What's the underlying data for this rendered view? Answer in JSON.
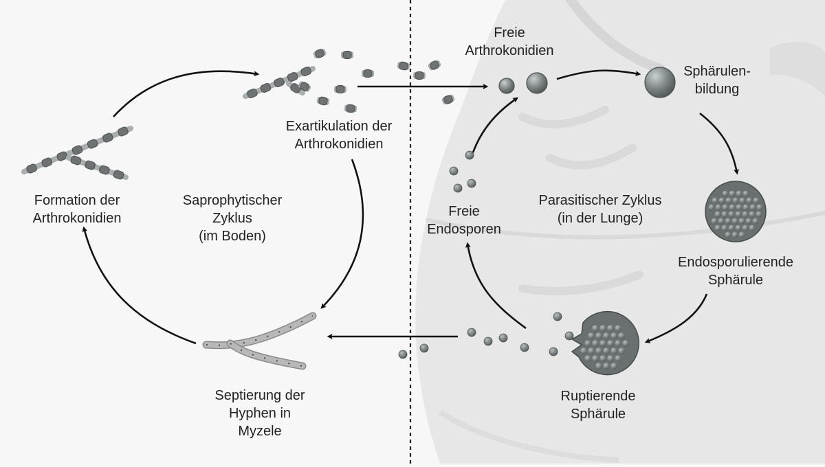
{
  "colors": {
    "background": "#f7f7f7",
    "lung": "#e6e6e6",
    "lung_shade": "#d8d8d8",
    "arrow": "#111111",
    "cell_dark": "#6e7272",
    "cell_light": "#a9aeae",
    "hypha": "#b8b8b8",
    "divider": "#222222",
    "text": "#222222"
  },
  "icons": [
    "lung-silhouette",
    "arthroconidia-chain",
    "hyphae",
    "spherule",
    "endospore"
  ],
  "labels": {
    "formation": [
      "Formation der",
      "Arthrokonidien"
    ],
    "exarticulation": [
      "Exartikulation der",
      "Arthrokonidien"
    ],
    "septation": [
      "Septierung der",
      "Hyphen in",
      "Myzele"
    ],
    "saprophytic_cycle": [
      "Saprophytischer",
      "Zyklus",
      "(im Boden)"
    ],
    "free_arthroconidia": [
      "Freie",
      "Arthrokonidien"
    ],
    "spherule_formation": [
      "Sphärulen-",
      "bildung"
    ],
    "endosporulating": [
      "Endosporulierende",
      "Sphärule"
    ],
    "rupturing": [
      "Ruptierende",
      "Sphärule"
    ],
    "free_endospores": [
      "Freie",
      "Endosporen"
    ],
    "parasitic_cycle": [
      "Parasitischer Zyklus",
      "(in der Lunge)"
    ]
  }
}
